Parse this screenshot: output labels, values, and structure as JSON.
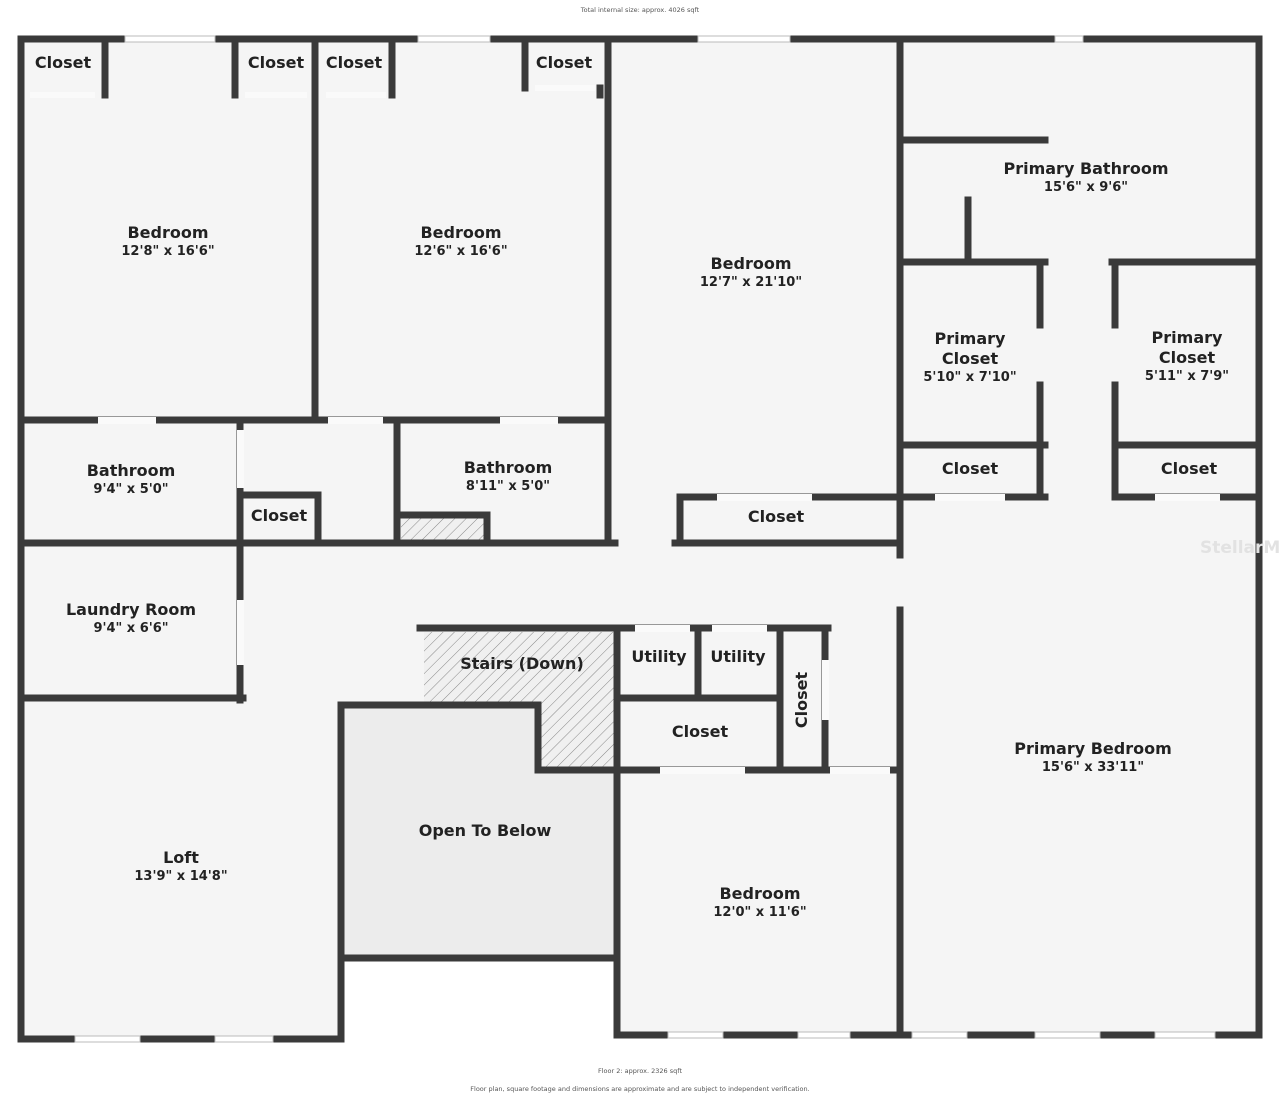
{
  "header": {
    "total": "Total internal size: approx. 4026 sqft"
  },
  "footer": {
    "floor": "Floor 2: approx. 2326 sqft",
    "disclaimer": "Floor plan, square footage and dimensions are approximate and are subject to independent verification."
  },
  "watermark": "StellarMLS",
  "colors": {
    "wall": "#3a3a3a",
    "floor": "#f5f5f5",
    "open_to_below": "#ececec"
  },
  "rooms": [
    {
      "name": "Closet"
    },
    {
      "name": "Closet"
    },
    {
      "name": "Closet"
    },
    {
      "name": "Closet"
    },
    {
      "name": "Bedroom",
      "dims": "12'8\" x 16'6\""
    },
    {
      "name": "Bedroom",
      "dims": "12'6\" x 16'6\""
    },
    {
      "name": "Bedroom",
      "dims": "12'7\" x 21'10\""
    },
    {
      "name": "Primary Bathroom",
      "dims": "15'6\" x 9'6\""
    },
    {
      "name": "Primary Closet",
      "dims": "5'10\" x 7'10\""
    },
    {
      "name": "Primary Closet",
      "dims": "5'11\" x 7'9\""
    },
    {
      "name": "Closet"
    },
    {
      "name": "Closet"
    },
    {
      "name": "Bathroom",
      "dims": "9'4\" x 5'0\""
    },
    {
      "name": "Closet"
    },
    {
      "name": "Bathroom",
      "dims": "8'11\" x 5'0\""
    },
    {
      "name": "Closet"
    },
    {
      "name": "Laundry Room",
      "dims": "9'4\" x 6'6\""
    },
    {
      "name": "Stairs (Down)"
    },
    {
      "name": "Utility"
    },
    {
      "name": "Utility"
    },
    {
      "name": "Closet"
    },
    {
      "name": "Closet"
    },
    {
      "name": "Primary Bedroom",
      "dims": "15'6\" x 33'11\""
    },
    {
      "name": "Open To Below"
    },
    {
      "name": "Loft",
      "dims": "13'9\" x 14'8\""
    },
    {
      "name": "Bedroom",
      "dims": "12'0\" x 11'6\""
    }
  ]
}
